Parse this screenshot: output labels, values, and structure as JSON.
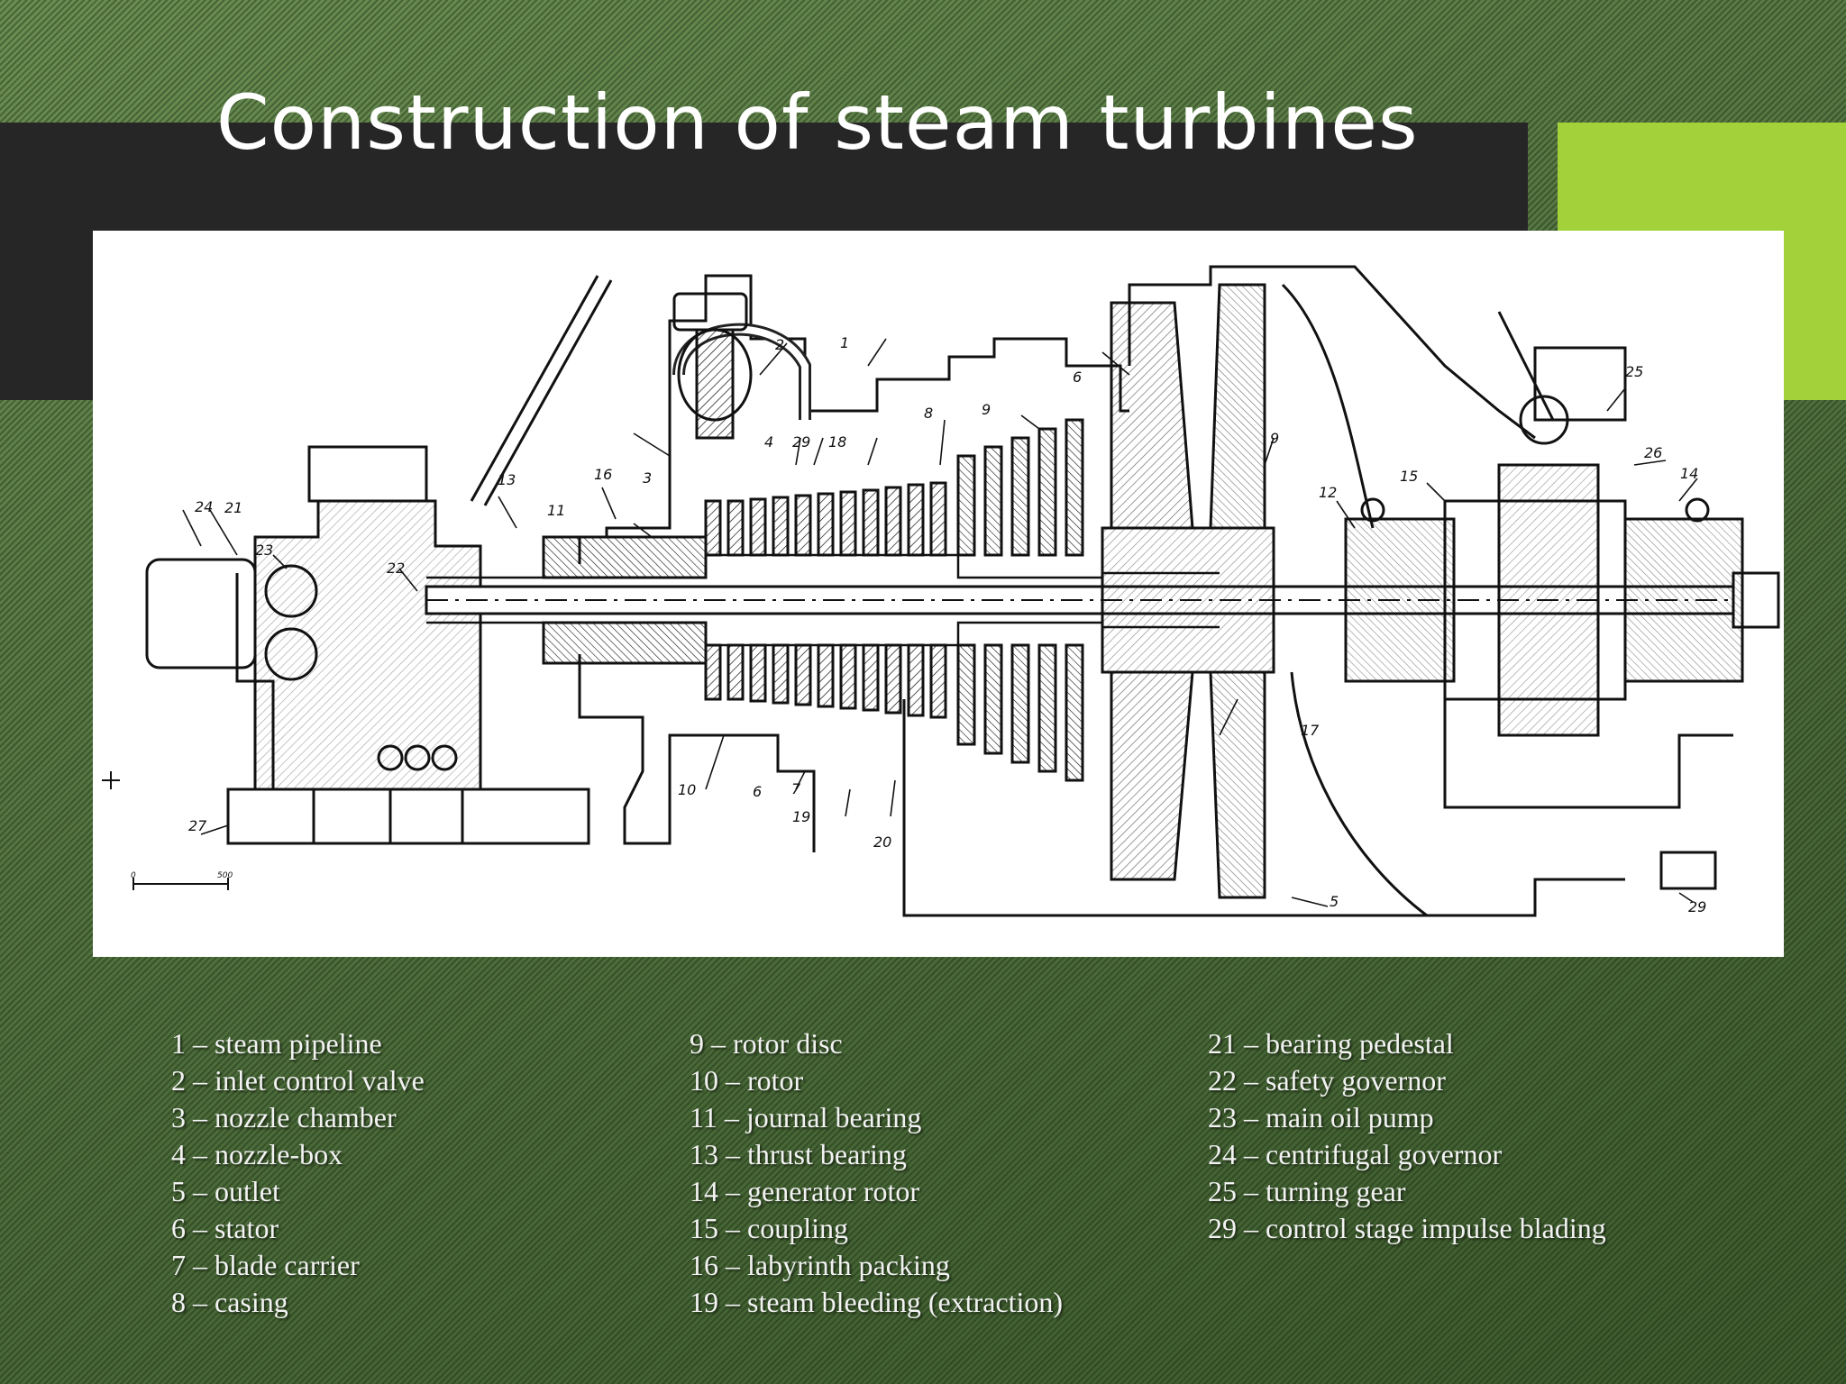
{
  "title": "Construction of steam turbines",
  "colors": {
    "accent": "#a2d13a",
    "title_bar": "#262626",
    "background": "#506f3e",
    "text": "#ffffff"
  },
  "diagram": {
    "part_numbers": [
      "1",
      "2",
      "3",
      "4",
      "5",
      "6",
      "6",
      "7",
      "8",
      "9",
      "9",
      "10",
      "11",
      "12",
      "13",
      "14",
      "15",
      "16",
      "17",
      "18",
      "19",
      "20",
      "21",
      "22",
      "23",
      "24",
      "25",
      "26",
      "27",
      "29",
      "29"
    ],
    "scale_label_start": "0",
    "scale_label_end": "500"
  },
  "legend": {
    "columns": [
      {
        "items": [
          "1 – steam pipeline",
          "2 – inlet control valve",
          "3 – nozzle chamber",
          "4 – nozzle-box",
          "5 – outlet",
          "6 – stator",
          "7 – blade carrier",
          "8 – casing"
        ]
      },
      {
        "items": [
          "9 – rotor disc",
          "10 – rotor",
          "11 – journal bearing",
          "13 – thrust bearing",
          "14 – generator rotor",
          "15 – coupling",
          "16 – labyrinth packing",
          "19 – steam bleeding (extraction)"
        ]
      },
      {
        "items": [
          "21 – bearing pedestal",
          "22 – safety governor",
          "23 – main oil pump",
          "24 – centrifugal governor",
          "25 – turning gear",
          "29 – control stage impulse blading"
        ]
      }
    ]
  }
}
